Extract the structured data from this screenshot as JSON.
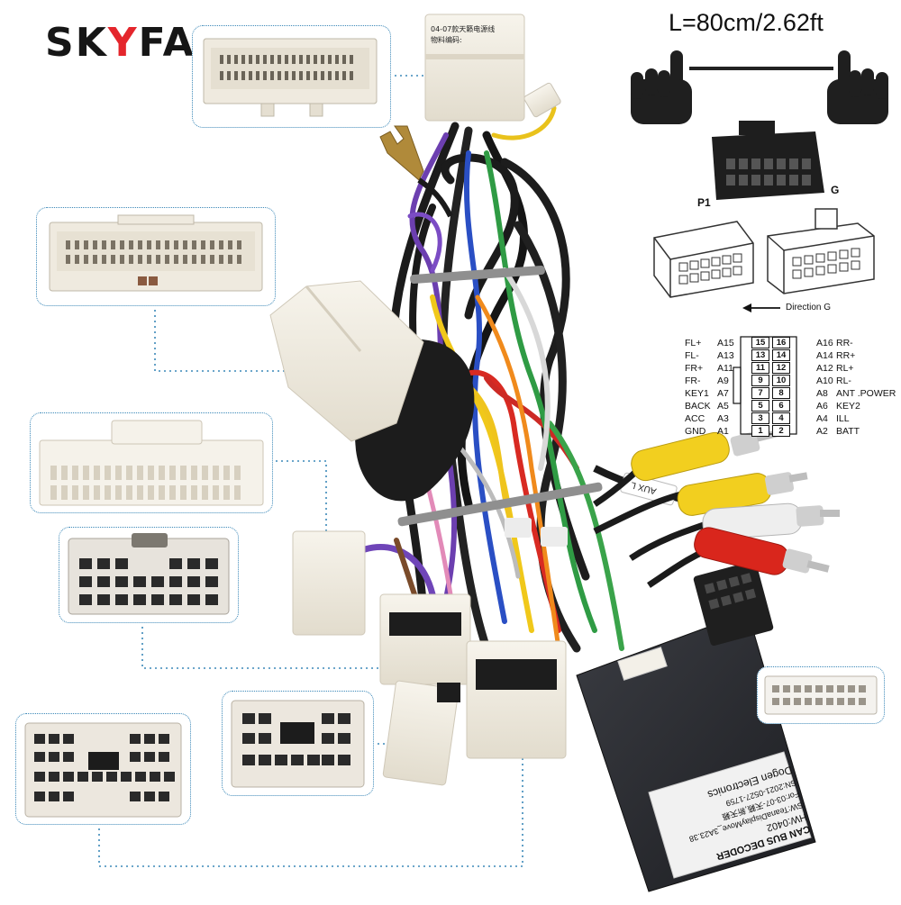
{
  "brand": {
    "name_part1": "SK",
    "name_accent": "Y",
    "name_part2": "FAME"
  },
  "length_label": "L=80cm/2.62ft",
  "connector_labels": {
    "p1": "P1",
    "g": "G",
    "direction": "Direction G"
  },
  "top_connector_sticker": {
    "line1": "04-07款天籁电源线",
    "line2": "物料编码:"
  },
  "aux_label": "AUX L",
  "pinout": {
    "left": [
      {
        "signal": "FL+",
        "pin": "A15",
        "num": "15"
      },
      {
        "signal": "FL-",
        "pin": "A13",
        "num": "13"
      },
      {
        "signal": "FR+",
        "pin": "A11",
        "num": "11"
      },
      {
        "signal": "FR-",
        "pin": "A9",
        "num": "9"
      },
      {
        "signal": "KEY1",
        "pin": "A7",
        "num": "7"
      },
      {
        "signal": "BACK",
        "pin": "A5",
        "num": "5"
      },
      {
        "signal": "ACC",
        "pin": "A3",
        "num": "3"
      },
      {
        "signal": "GND",
        "pin": "A1",
        "num": "1"
      }
    ],
    "right": [
      {
        "signal": "RR-",
        "pin": "A16",
        "num": "16"
      },
      {
        "signal": "RR+",
        "pin": "A14",
        "num": "14"
      },
      {
        "signal": "RL+",
        "pin": "A12",
        "num": "12"
      },
      {
        "signal": "RL-",
        "pin": "A10",
        "num": "10"
      },
      {
        "signal": "ANT .POWER",
        "pin": "A8",
        "num": "8"
      },
      {
        "signal": "KEY2",
        "pin": "A6",
        "num": "6"
      },
      {
        "signal": "ILL",
        "pin": "A4",
        "num": "4"
      },
      {
        "signal": "BATT",
        "pin": "A2",
        "num": "2"
      }
    ]
  },
  "decoder_label": {
    "line1": "CAN BUS DECODER",
    "line2": "HW:0402",
    "line3": "SW:TeanaDisplayMove_3A23.38",
    "line4": "For:03-07-天籁,新天籁",
    "line5": "SN:2021-0527-1759",
    "line6": "Dogen Electronics"
  },
  "colors": {
    "brand_dark": "#161616",
    "brand_accent": "#e4262c",
    "callout_border": "#3b88b8",
    "connector_white": "#f1ede4",
    "decoder_box": "#2b2d31",
    "rca_yellow": "#f2cf1f",
    "rca_red": "#d9261c",
    "rca_white": "#eeeeee"
  }
}
